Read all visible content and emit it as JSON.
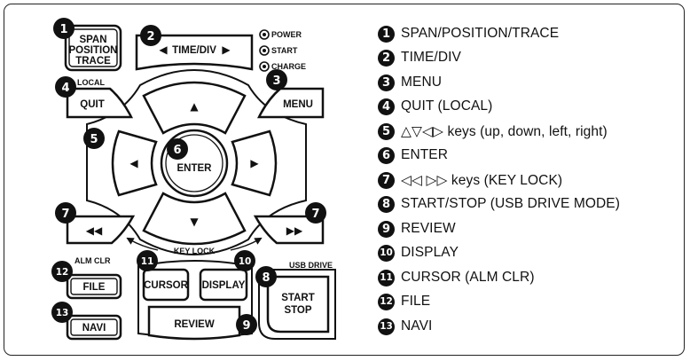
{
  "panel": {
    "buttons": {
      "span_lines": [
        "SPAN",
        "POSITION",
        "TRACE"
      ],
      "time_div": "TIME/DIV",
      "quit": "QUIT",
      "menu": "MENU",
      "enter": "ENTER",
      "file": "FILE",
      "navi": "NAVI",
      "cursor": "CURSOR",
      "display": "DISPLAY",
      "review": "REVIEW",
      "start_stop_lines": [
        "START",
        "STOP"
      ]
    },
    "labels": {
      "local": "LOCAL",
      "alm_clr": "ALM CLR",
      "key_lock": "KEY LOCK",
      "usb_drive": "USB DRIVE"
    },
    "leds": [
      "POWER",
      "START",
      "CHARGE"
    ],
    "glyphs": {
      "left_arrow": "◀",
      "right_arrow": "▶",
      "up_arrow": "▲",
      "down_arrow": "▼",
      "rewind": "◀◀",
      "forward": "▶▶"
    },
    "callouts": {
      "span": "1",
      "time_div": "2",
      "menu": "3",
      "quit": "4",
      "arrows": "5",
      "enter": "6",
      "key_lock": "7",
      "start_stop": "8",
      "review": "9",
      "display": "10",
      "cursor": "11",
      "file": "12",
      "navi": "13"
    }
  },
  "legend": [
    {
      "num": "1",
      "text": "SPAN/POSITION/TRACE"
    },
    {
      "num": "2",
      "text": "TIME/DIV"
    },
    {
      "num": "3",
      "text": "MENU"
    },
    {
      "num": "4",
      "text": "QUIT (LOCAL)"
    },
    {
      "num": "5",
      "text": "△▽◁▷ keys (up, down, left, right)"
    },
    {
      "num": "6",
      "text": "ENTER"
    },
    {
      "num": "7",
      "text": "◁◁ ▷▷ keys (KEY LOCK)"
    },
    {
      "num": "8",
      "text": "START/STOP (USB DRIVE MODE)"
    },
    {
      "num": "9",
      "text": "REVIEW"
    },
    {
      "num": "10",
      "text": "DISPLAY"
    },
    {
      "num": "11",
      "text": "CURSOR (ALM CLR)"
    },
    {
      "num": "12",
      "text": "FILE"
    },
    {
      "num": "13",
      "text": "NAVI"
    }
  ]
}
